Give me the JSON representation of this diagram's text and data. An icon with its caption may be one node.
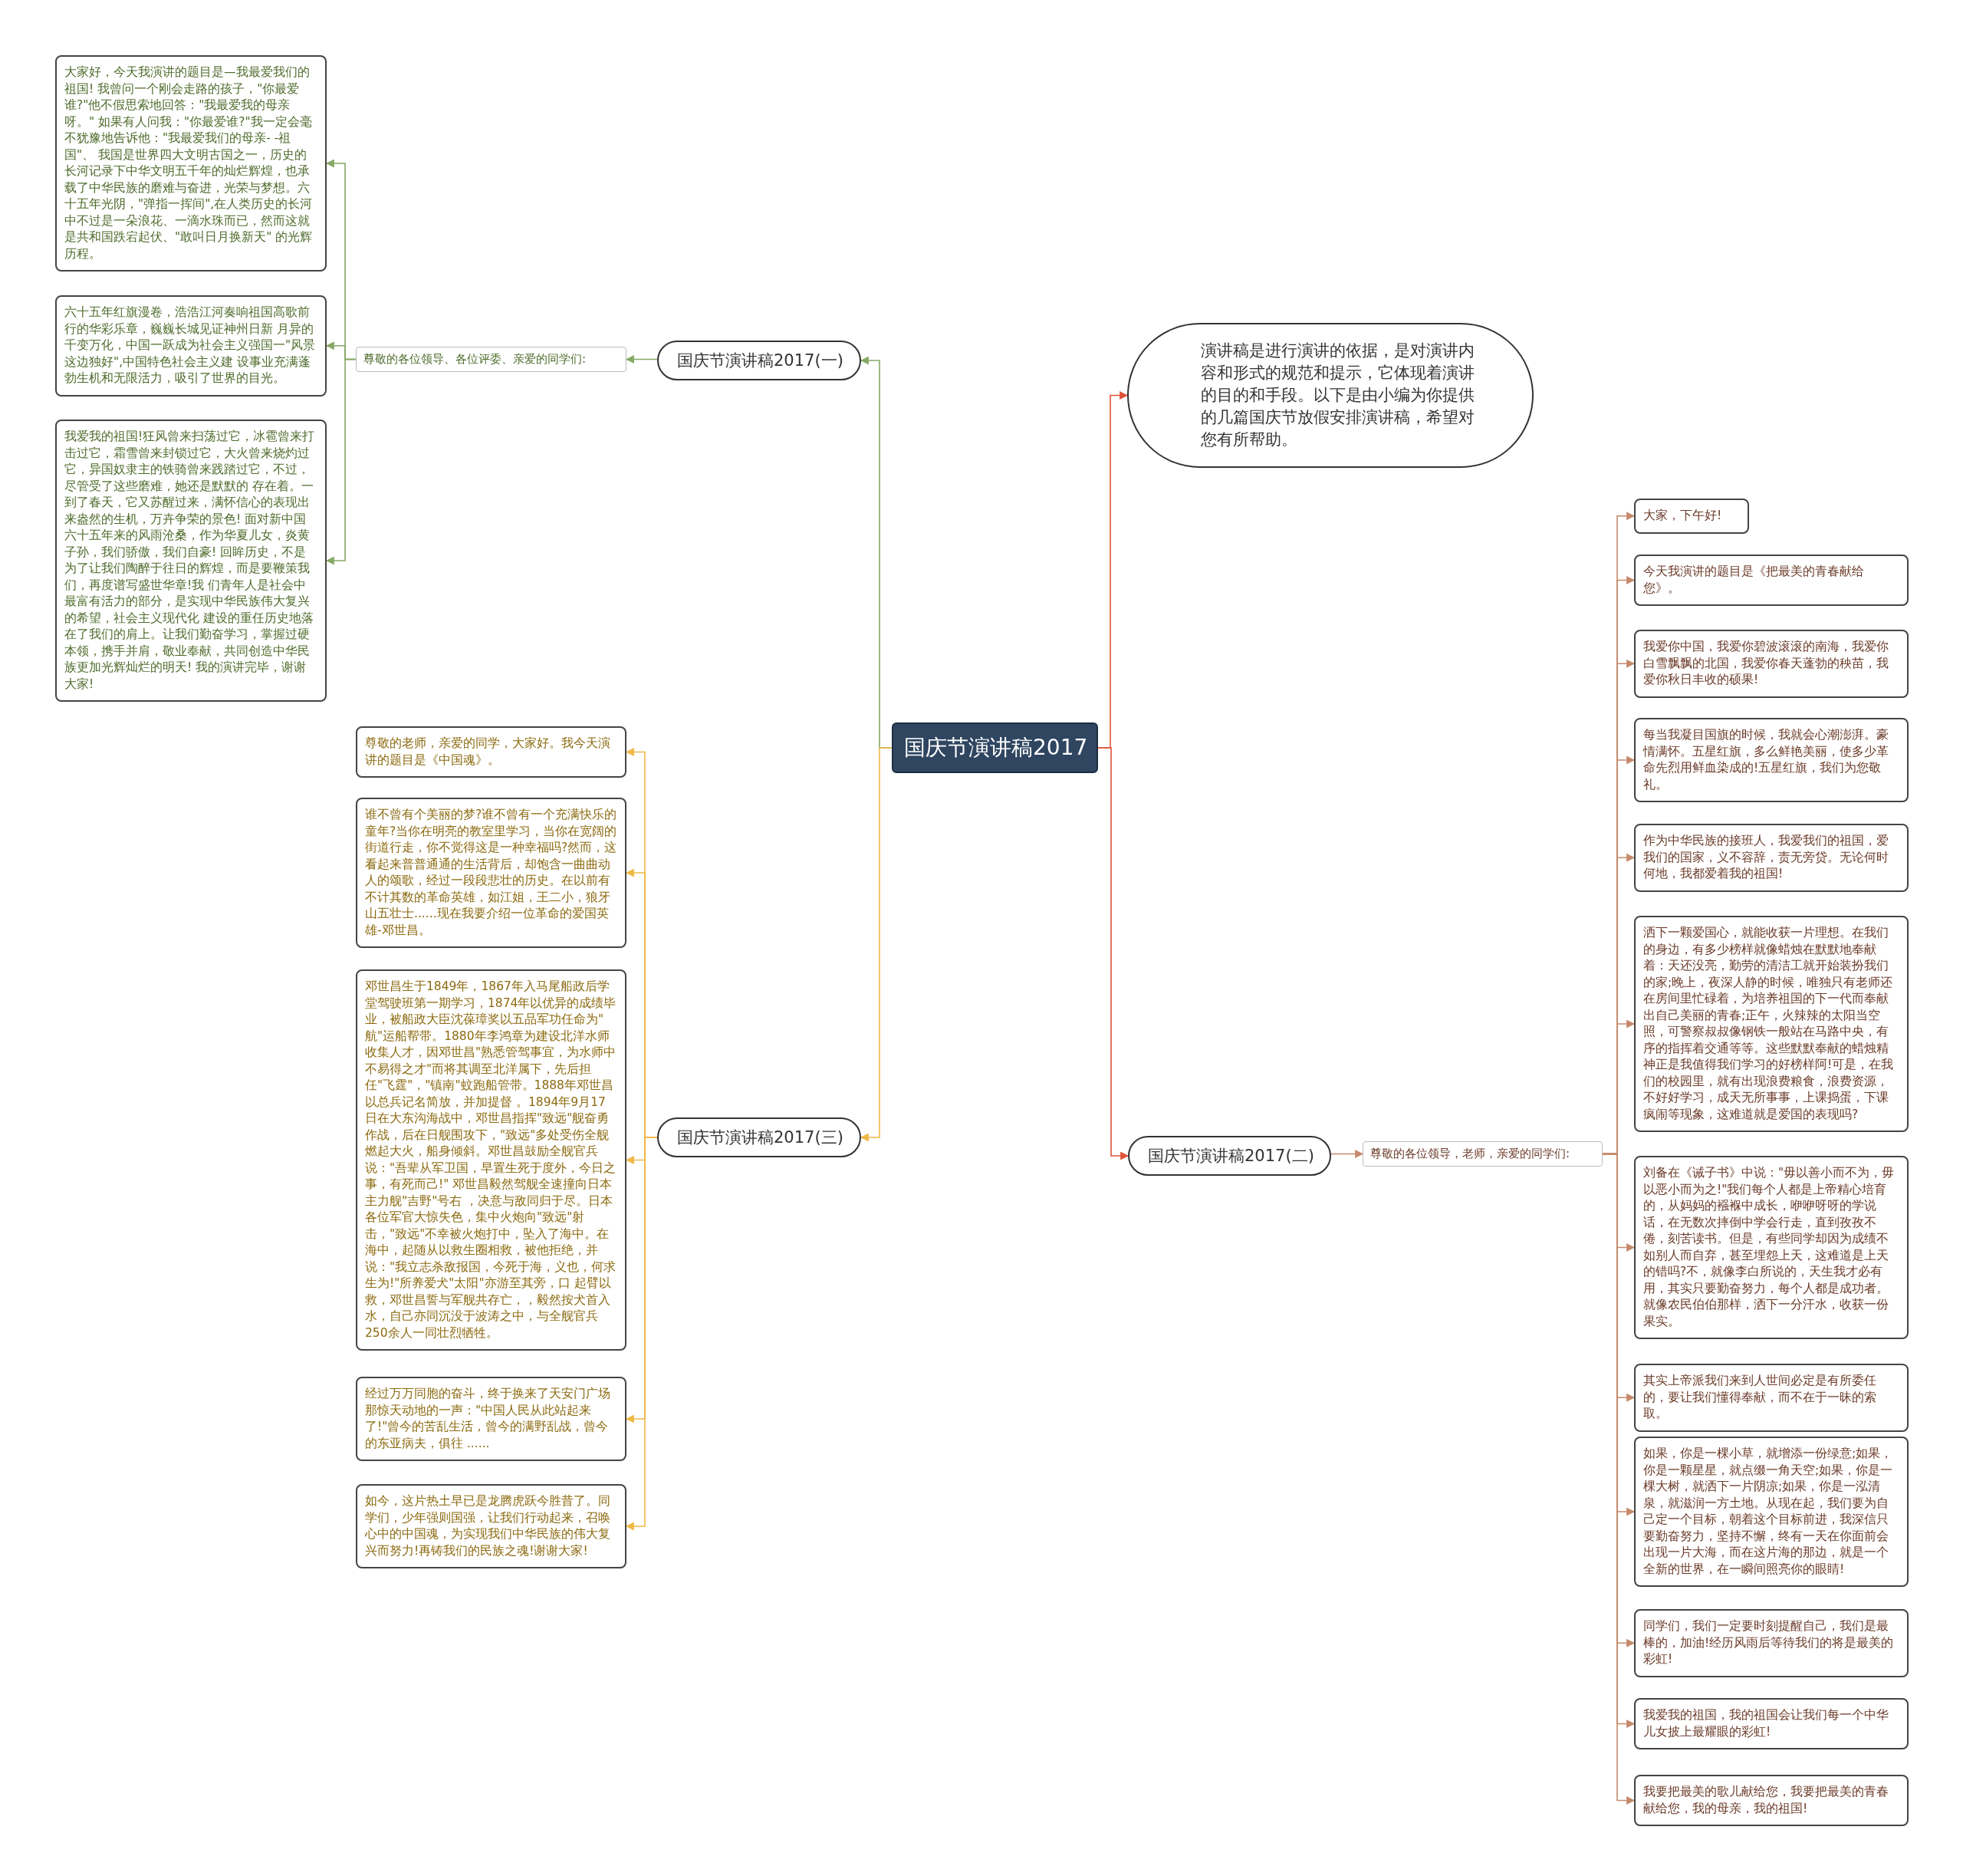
{
  "diagram": {
    "nodes": [
      {
        "text": [
          "国庆节演讲稿2017"
        ]
      },
      {
        "text": [
          "演讲稿是进行演讲的依据，是对演讲内容和形式的规范和提示，它体现着演讲的目的和手段。以下是由小编为你提供的几篇国庆节放假安排演讲稿，希望对您有所帮助。"
        ]
      },
      {
        "text": [
          "国庆节演讲稿2017(一)"
        ]
      },
      {
        "text": [
          "尊敬的各位领导、各位评委、亲爱的同学们:"
        ]
      },
      {
        "text": [
          "大家好，今天我演讲的题目是—我最爱我们的祖国! 我曾问一个刚会走路的孩子，\"你最爱谁?\"他不假思索地回答：\"我最爱我的母亲呀。\" 如果有人问我：\"你最爱谁?\"我一定会毫不犹豫地告诉他：\"我最爱我们的母亲- -祖国\"、 我国是世界四大文明古国之一，历史的长河记录下中华文明五千年的灿烂辉煌，也承载了中华民族的磨难与奋进，光荣与梦想。六十五年光阴，\"弹指一挥间\",在人类历史的长河中不过是一朵浪花、一滴水珠而已，然而这就是共和国跌宕起伏、\"敢叫日月换新天\" 的光辉历程。"
        ]
      },
      {
        "text": [
          "六十五年红旗漫卷，浩浩江河奏响祖国高歌前行的华彩乐章，巍巍长城见证神州日新 月异的千变万化，中国一跃成为社会主义强国一\"风景这边独好\",中国特色社会主义建 设事业充满蓬勃生机和无限活力，吸引了世界的目光。"
        ]
      },
      {
        "text": [
          "我爱我的祖国!狂风曾来扫荡过它，冰雹曾来打击过它，霜雪曾来封锁过它，大火曾来烧灼过它，异国奴隶主的铁骑曾来践踏过它，不过，尽管受了这些磨难，她还是默默的 存在着。一到了春天，它又苏醒过来，满怀信心的表现出来盎然的生机，万卉争荣的景色! 面对新中国六十五年来的风雨沧桑，作为华夏儿女，炎黄子孙，我们骄傲，我们自豪! 回眸历史，不是为了让我们陶醉于往日的辉煌，而是要鞭策我们，再度谱写盛世华章!我 们青年人是社会中最富有活力的部分，是实现中华民族伟大复兴的希望，社会主义现代化 建设的重任历史地落在了我们的肩上。让我们勤奋学习，掌握过硬本领，携手并肩，敬业奉献，共同创造中华民族更加光辉灿烂的明天! 我的演讲完毕，谢谢大家!"
        ]
      },
      {
        "text": [
          "国庆节演讲稿2017(三)"
        ]
      },
      {
        "text": [
          "尊敬的老师，亲爱的同学，大家好。我今天演讲的题目是《中国魂》。"
        ]
      },
      {
        "text": [
          "谁不曾有个美丽的梦?谁不曾有一个充满快乐的童年?当你在明亮的教室里学习，当你在宽阔的街道行走，你不觉得这是一种幸福吗?然而，这看起来普普通通的生活背后，却饱含一曲曲动人的颂歌，经过一段段悲壮的历史。在以前有不计其数的革命英雄，如江姐，王二小，狼牙山五壮士......现在我要介绍一位革命的爱国英雄-邓世昌。"
        ]
      },
      {
        "text": [
          "邓世昌生于1849年，1867年入马尾船政后学堂驾驶班第一期学习，1874年以优异的成绩毕业，被船政大臣沈葆璋奖以五品军功任命为\" 航\"运船帮带。1880年李鸿章为建设北洋水师收集人才，因邓世昌\"熟悉管驾事宜，为水师中不易得之才\"而将其调至北洋属下，先后担任\"飞霆\"，\"镇南\"蚊跑船管带。1888年邓世昌以总兵记名简放，并加提督 。1894年9月17日在大东沟海战中，邓世昌指挥\"致远\"舰奋勇作战，后在日舰围攻下，\"致远\"多处受伤全舰燃起大火，船身倾斜。邓世昌鼓励全舰官兵说：\"吾辈从军卫国，早置生死于度外，今日之事，有死而己!\" 邓世昌毅然驾舰全速撞向日本主力舰\"吉野\"号右 ，决意与敌同归于尽。日本各位军官大惊失色，集中火炮向\"致远\"射击，\"致远\"不幸被火炮打中，坠入了海中。在海中，起随从以救生圈相救，被他拒绝，并说：\"我立志杀敌报国，今死于海，义也，何求生为!\"所养爱犬\"太阳\"亦游至其旁，口 起臂以救，邓世昌誓与军舰共存亡，，毅然按犬首入水，自己亦同沉没于波涛之中，与全舰官兵250余人一同壮烈牺牲。"
        ]
      },
      {
        "text": [
          "经过万万同胞的奋斗，终于换来了天安门广场那惊天动地的一声：\"中国人民从此站起来了!\"曾今的苦乱生活，曾今的满野乱战，曾今的东亚病夫，俱往 ......"
        ]
      },
      {
        "text": [
          "如今，这片热土早已是龙腾虎跃今胜昔了。同学们，少年强则国强，让我们行动起来，召唤心中的中国魂，为实现我们中华民族的伟大复兴而努力!再铸我们的民族之魂!谢谢大家!"
        ]
      },
      {
        "text": [
          "国庆节演讲稿2017(二)"
        ]
      },
      {
        "text": [
          "尊敬的各位领导，老师，亲爱的同学们:"
        ]
      },
      {
        "text": [
          "大家，下午好!"
        ]
      },
      {
        "text": [
          "今天我演讲的题目是《把最美的青春献给您》。"
        ]
      },
      {
        "text": [
          "我爱你中国，我爱你碧波滚滚的南海，我爱你白雪飘飘的北国，我爱你春天蓬勃的秧苗，我爱你秋日丰收的硕果!"
        ]
      },
      {
        "text": [
          "每当我凝目国旗的时候，我就会心潮澎湃。豪情满怀。五星红旗，多么鲜艳美丽，使多少革命先烈用鲜血染成的!五星红旗，我们为您敬礼。"
        ]
      },
      {
        "text": [
          "作为中华民族的接班人，我爱我们的祖国，爱我们的国家，义不容辞，责无旁贷。无论何时何地，我都爱着我的祖国!"
        ]
      },
      {
        "text": [
          "洒下一颗爱国心，就能收获一片理想。在我们的身边，有多少榜样就像蜡烛在默默地奉献着：天还没亮，勤劳的清洁工就开始装扮我们的家;晚上，夜深人静的时候，唯独只有老师还在房间里忙碌着，为培养祖国的下一代而奉献出自己美丽的青春;正午，火辣辣的太阳当空照，可警察叔叔像钢铁一般站在马路中央，有序的指挥着交通等等。这些默默奉献的蜡烛精神正是我值得我们学习的好榜样阿!可是，在我们的校园里，就有出现浪费粮食，浪费资源，不好好学习，成天无所事事，上课捣蛋，下课疯闹等现象，这难道就是爱国的表现吗?"
        ]
      },
      {
        "text": [
          "刘备在《诫子书》中说：\"毋以善小而不为，毋以恶小而为之!\"我们每个人都是上帝精心培育的，从妈妈的襁褓中成长，咿咿呀呀的学说话，在无数次摔倒中学会行走，直到孜孜不倦，刻苦读书。但是，有些同学却因为成绩不如别人而自弃，甚至埋怨上天，这难道是上天的错吗?不，就像李白所说的，天生我才必有用，其实只要勤奋努力，每个人都是成功者。就像农民伯伯那样，洒下一分汗水，收获一份果实。"
        ]
      },
      {
        "text": [
          "其实上帝派我们来到人世间必定是有所委任的，要让我们懂得奉献，而不在于一昧的索取。"
        ]
      },
      {
        "text": [
          "如果，你是一棵小草，就增添一份绿意;如果，你是一颗星星，就点缀一角天空;如果，你是一棵大树，就洒下一片阴凉;如果，你是一泓清泉，就滋润一方土地。从现在起，我们要为自己定一个目标，朝着这个目标前进，我深信只要勤奋努力，坚持不懈，终有一天在你面前会出现一片大海，而在这片海的那边，就是一个全新的世界，在一瞬间照亮你的眼睛!"
        ]
      },
      {
        "text": [
          "同学们，我们一定要时刻提醒自己，我们是最棒的，加油!经历风雨后等待我们的将是最美的彩虹!"
        ]
      },
      {
        "text": [
          "我爱我的祖国，我的祖国会让我们每一个中华儿女披上最耀眼的彩虹!"
        ]
      },
      {
        "text": [
          "我要把最美的歌儿献给您，我要把最美的青春献给您，我的母亲，我的祖国!"
        ]
      }
    ],
    "edges": [
      {
        "from": 0,
        "to": 1,
        "arrow": "to",
        "color": "#e0533a"
      },
      {
        "from": 0,
        "to": 2,
        "arrow": "to",
        "color": "#86a866"
      },
      {
        "from": 2,
        "to": 3,
        "arrow": "to",
        "color": "#86a866"
      },
      {
        "from": 3,
        "to": 4,
        "arrow": "to",
        "color": "#86a866"
      },
      {
        "from": 3,
        "to": 5,
        "arrow": "to",
        "color": "#86a866"
      },
      {
        "from": 3,
        "to": 6,
        "arrow": "to",
        "color": "#86a866"
      },
      {
        "from": 0,
        "to": 7,
        "arrow": "to",
        "color": "#f0b845"
      },
      {
        "from": 7,
        "to": 8,
        "arrow": "to",
        "color": "#f0b845"
      },
      {
        "from": 7,
        "to": 9,
        "arrow": "to",
        "color": "#f0b845"
      },
      {
        "from": 7,
        "to": 10,
        "arrow": "to",
        "color": "#f0b845"
      },
      {
        "from": 7,
        "to": 11,
        "arrow": "to",
        "color": "#f0b845"
      },
      {
        "from": 7,
        "to": 12,
        "arrow": "to",
        "color": "#f0b845"
      },
      {
        "from": 0,
        "to": 13,
        "arrow": "to",
        "color": "#e0533a"
      },
      {
        "from": 13,
        "to": 14,
        "arrow": "to"
      },
      {
        "from": 14,
        "to": 15,
        "arrow": "to"
      },
      {
        "from": 14,
        "to": 16,
        "arrow": "to"
      },
      {
        "from": 14,
        "to": 17,
        "arrow": "to"
      },
      {
        "from": 14,
        "to": 18,
        "arrow": "to"
      },
      {
        "from": 14,
        "to": 19,
        "arrow": "to"
      },
      {
        "from": 14,
        "to": 20,
        "arrow": "to"
      },
      {
        "from": 14,
        "to": 21,
        "arrow": "to"
      },
      {
        "from": 14,
        "to": 22,
        "arrow": "to"
      },
      {
        "from": 14,
        "to": 23,
        "arrow": "to"
      },
      {
        "from": 14,
        "to": 24,
        "arrow": "to"
      },
      {
        "from": 14,
        "to": 25,
        "arrow": "to"
      },
      {
        "from": 14,
        "to": 26,
        "arrow": "to"
      }
    ]
  }
}
